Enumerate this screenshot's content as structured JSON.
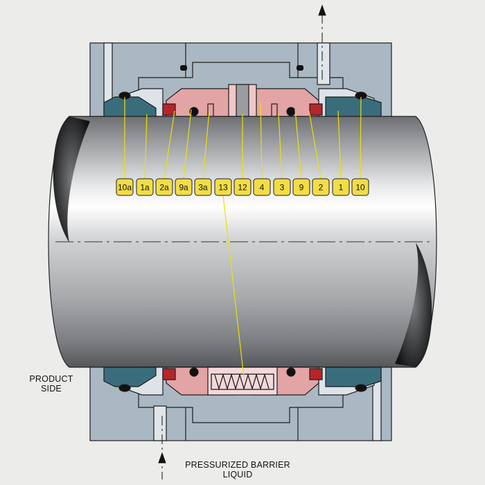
{
  "labels": {
    "product_side_line1": "PRODUCT",
    "product_side_line2": "SIDE",
    "barrier_line1": "PRESSURIZED BARRIER",
    "barrier_line2": "LIQUID"
  },
  "callouts": [
    "10a",
    "1a",
    "2a",
    "9a",
    "3a",
    "13",
    "12",
    "4",
    "3",
    "9",
    "2",
    "1",
    "10"
  ],
  "colors": {
    "background": "#ececea",
    "housing": "#aab8c3",
    "carbon_face": "#e3a4a6",
    "teal_seat": "#3a6d7c",
    "red_ring": "#b5262b",
    "callout_fill": "#f2dd46",
    "leader": "#f0e000"
  }
}
